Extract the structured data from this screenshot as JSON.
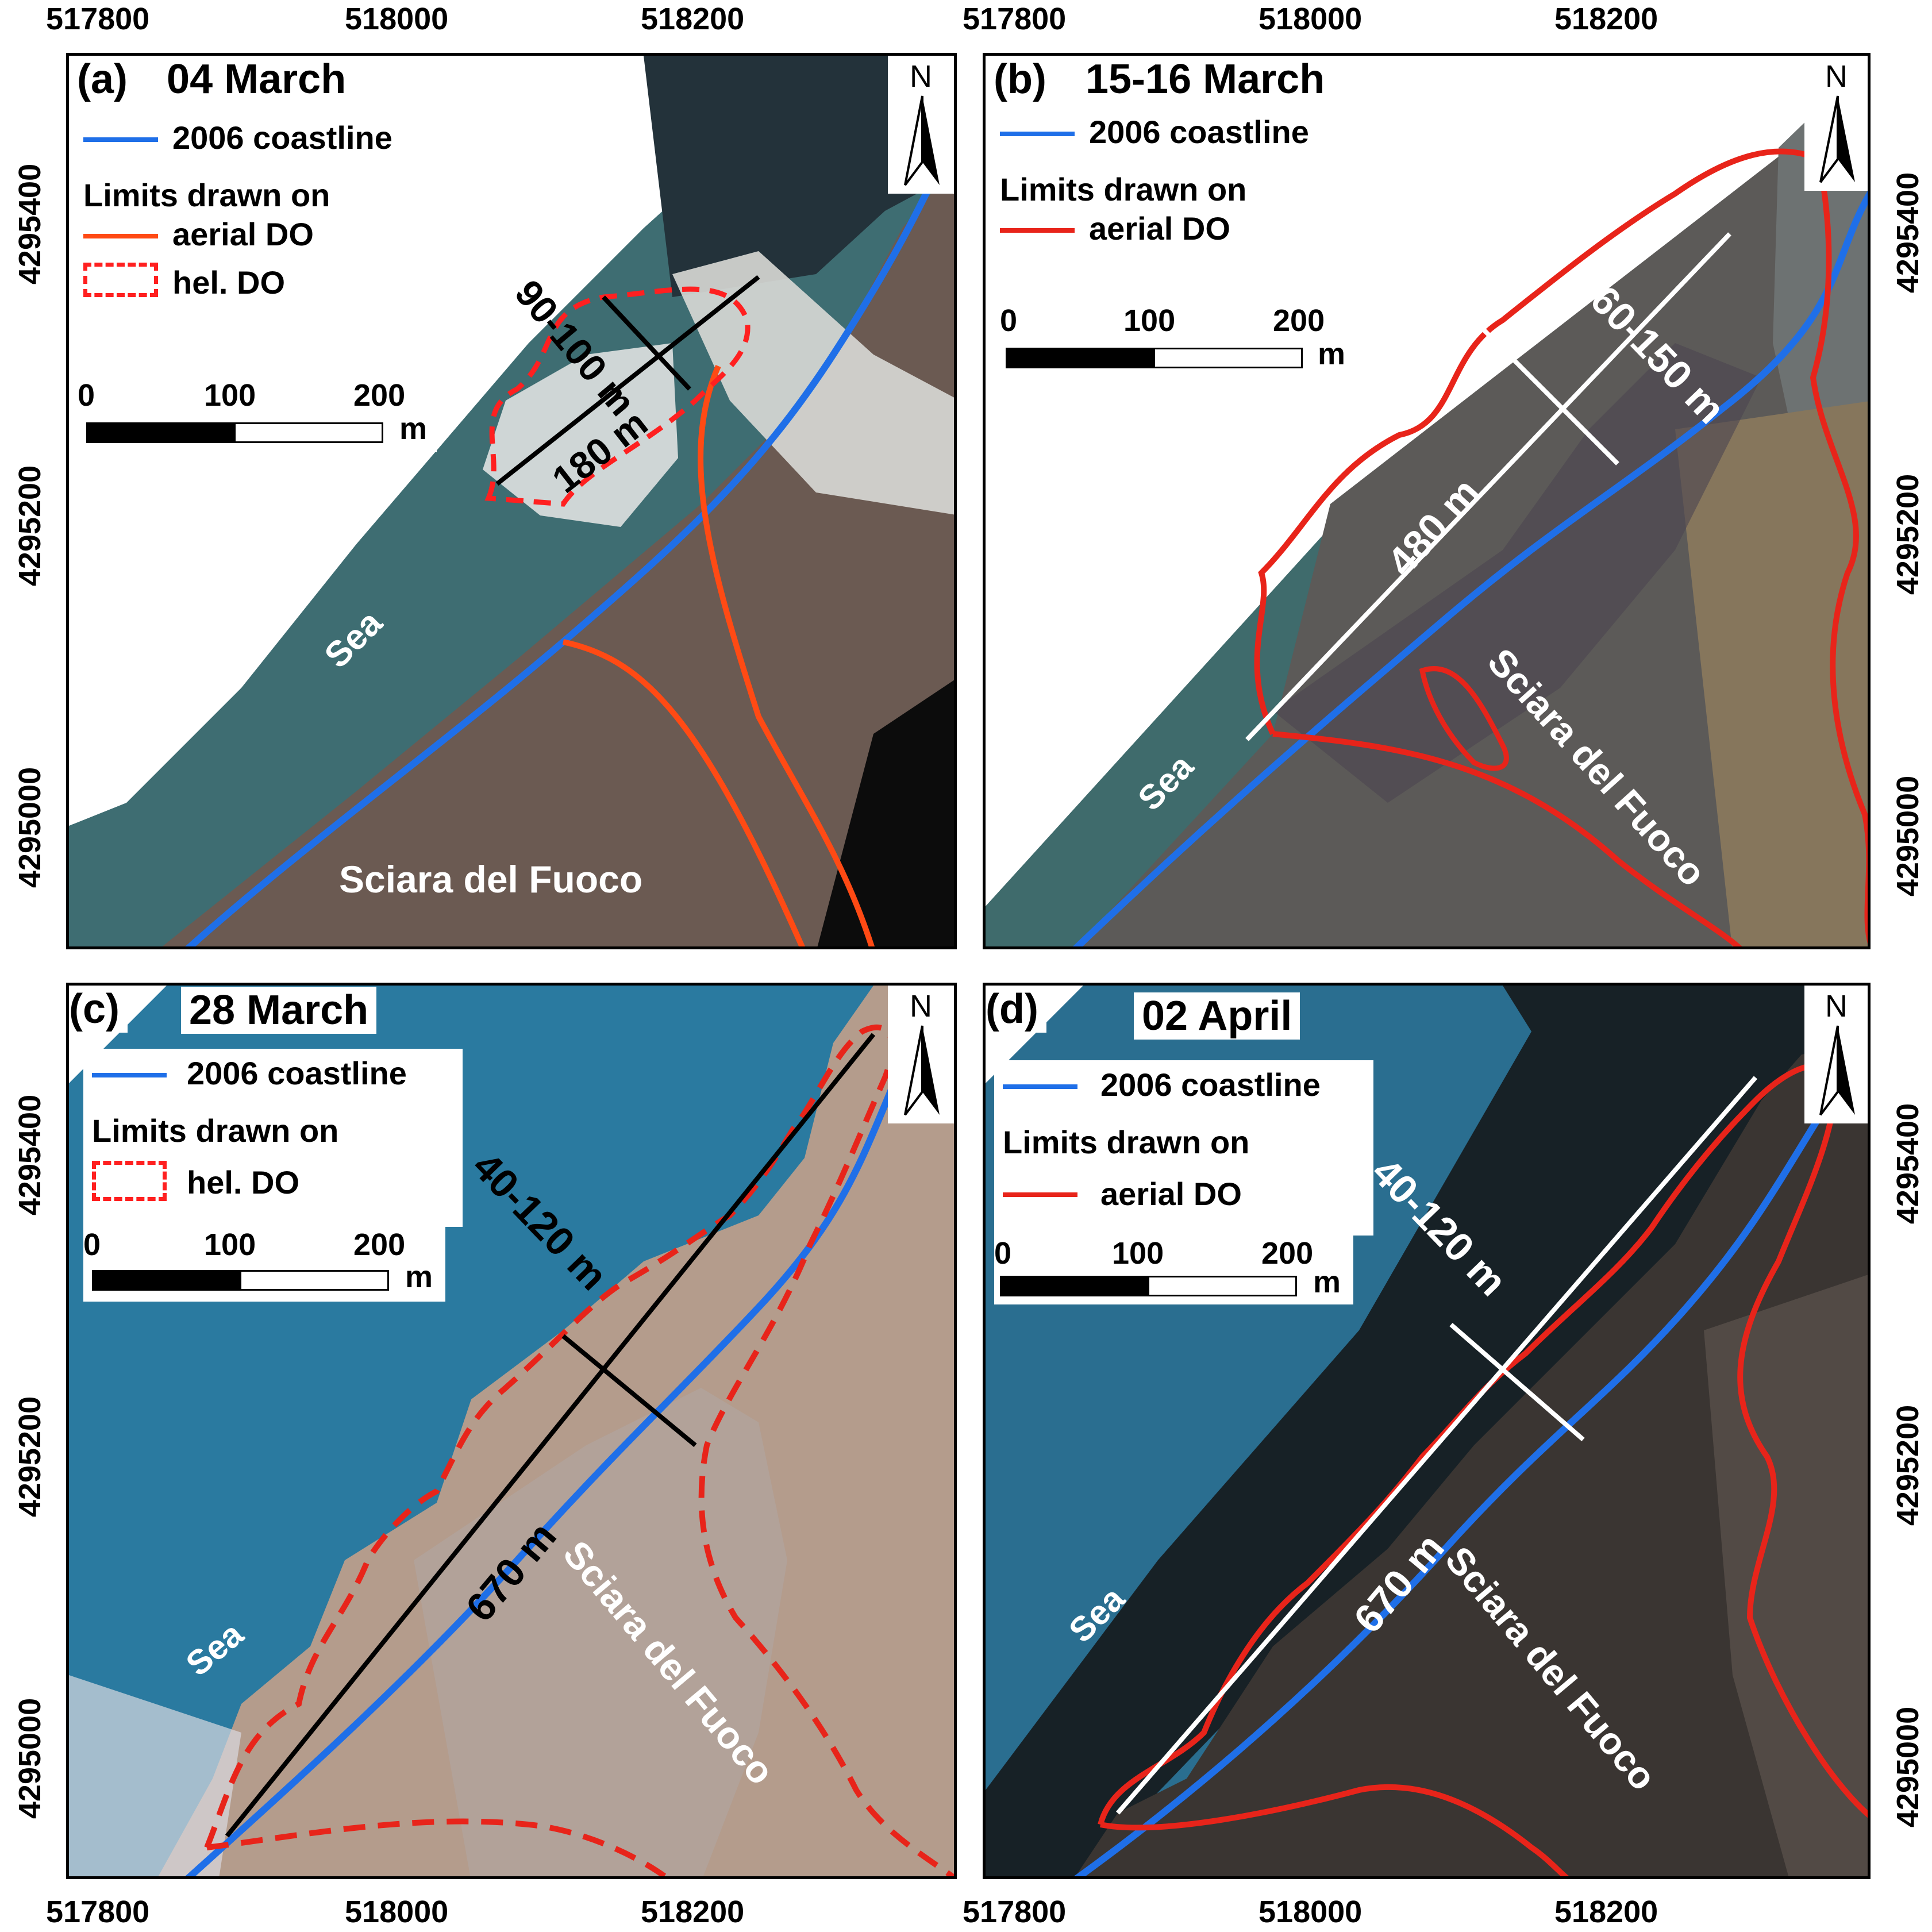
{
  "figure": {
    "x_ticks": [
      "517800",
      "518000",
      "518200"
    ],
    "y_ticks": [
      "4295400",
      "4295200",
      "4295000"
    ]
  },
  "panels": [
    {
      "id": "a",
      "label": "(a)",
      "date": "04 March",
      "legend": {
        "coastline": "2006 coastline",
        "limits_header": "Limits drawn on",
        "aerial": "aerial DO",
        "hel": "hel. DO"
      },
      "scale": {
        "ticks": [
          "0",
          "100",
          "200"
        ],
        "unit": "m"
      },
      "north": "N",
      "measures": [
        "90-100 m",
        "180 m"
      ],
      "sea_label": "Sea",
      "place_label": "Sciara del Fuoco"
    },
    {
      "id": "b",
      "label": "(b)",
      "date": "15-16 March",
      "legend": {
        "coastline": "2006 coastline",
        "limits_header": "Limits drawn on",
        "aerial": "aerial DO"
      },
      "scale": {
        "ticks": [
          "0",
          "100",
          "200"
        ],
        "unit": "m"
      },
      "north": "N",
      "measures": [
        "60-150 m",
        "480 m"
      ],
      "sea_label": "Sea",
      "place_label": "Sciara del Fuoco"
    },
    {
      "id": "c",
      "label": "(c)",
      "date": "28 March",
      "legend": {
        "coastline": "2006 coastline",
        "limits_header": "Limits drawn on",
        "hel": "hel. DO"
      },
      "scale": {
        "ticks": [
          "0",
          "100",
          "200"
        ],
        "unit": "m"
      },
      "north": "N",
      "measures": [
        "40-120 m",
        "670 m"
      ],
      "sea_label": "Sea",
      "place_label": "Sciara del Fuoco"
    },
    {
      "id": "d",
      "label": "(d)",
      "date": "02 April",
      "legend": {
        "coastline": "2006 coastline",
        "limits_header": "Limits drawn on",
        "aerial": "aerial DO"
      },
      "scale": {
        "ticks": [
          "0",
          "100",
          "200"
        ],
        "unit": "m"
      },
      "north": "N",
      "measures": [
        "40-120 m",
        "670 m"
      ],
      "sea_label": "Sea",
      "place_label": "Sciara del Fuoco"
    }
  ],
  "colors": {
    "coastline": "#1f6fe8",
    "limit": "#e8241a",
    "sea_a": "#3e6d72",
    "sea_c": "#2a7aa0",
    "land_a": "#6b5a52",
    "land_b": "#55504c",
    "land_c": "#b49c8c",
    "land_d": "#3a3532"
  }
}
